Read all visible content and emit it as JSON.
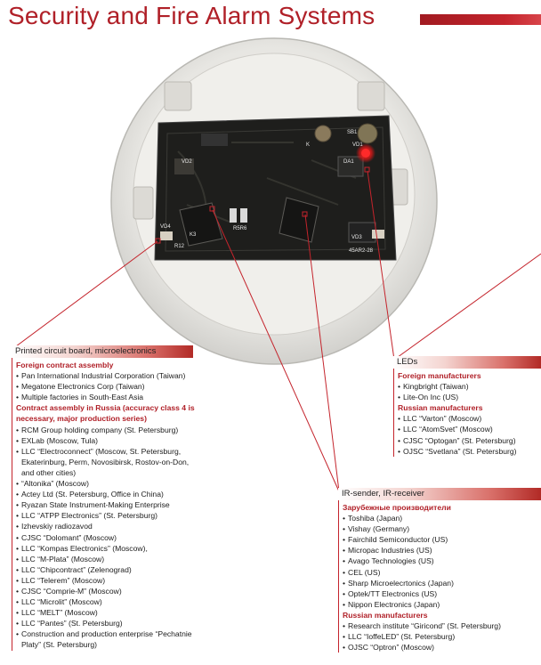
{
  "title": "Security and Fire Alarm Systems",
  "colors": {
    "accent": "#b02028",
    "plastic": "#e9e8e4",
    "board": "#1e1e1c"
  },
  "boxes": {
    "pcb": {
      "header": "Printed circuit board, microelectronics",
      "foreign_title": "Foreign contract assembly",
      "foreign": [
        "Pan International Industrial Corporation (Taiwan)",
        "Megatone Electronics Corp (Taiwan)",
        "Multiple factories in South-East Asia"
      ],
      "russia_title": "Contract assembly in Russia  (accuracy class 4 is necessary, major production series)",
      "russia": [
        "RCM Group holding company (St. Petersburg)",
        "EXLab (Moscow, Tula)",
        "LLC “Electroconnect” (Moscow, St. Petersburg, Ekaterinburg, Perm, Novosibirsk, Rostov-on-Don, and other cities)",
        "“Altonika” (Moscow)",
        "Actey Ltd (St. Petersburg, Office in China)",
        "Ryazan State Instrument-Making Enterprise",
        "LLC “ATPP Electronics” (St. Petersburg)",
        "Izhevskiy radiozavod",
        "CJSC “Dolomant” (Moscow)",
        "LLC “Kompas Electronics” (Moscow),",
        "LLC “M-Plata” (Moscow)",
        "LLC “Chipcontract” (Zelenograd)",
        "LLC “Telerem” (Moscow)",
        "CJSC “Comprie-M” (Moscow)",
        "LLC “Microlit” (Moscow)",
        "LLC “MELT” (Moscow)",
        "LLC “Pantes” (St. Petersburg)",
        "Construction and production enterprise “Pechatnie Platy” (St. Petersburg)"
      ]
    },
    "leds": {
      "header": "LEDs",
      "foreign_title": "Foreign manufacturers",
      "foreign": [
        "Kingbright (Taiwan)",
        "Lite-On Inc (US)"
      ],
      "russia_title": "Russian manufacturers",
      "russia": [
        "LLC “Varton” (Moscow)",
        "LLC “AtomSvet” (Moscow)",
        "CJSC “Optogan” (St. Petersburg)",
        "OJSC “Svetlana” (St. Petersburg)"
      ]
    },
    "ir": {
      "header": "IR-sender, IR-receiver",
      "foreign_title": "Зарубежные производители",
      "foreign": [
        "Toshiba (Japan)",
        "Vishay (Germany)",
        "Fairchild Semiconductor (US)",
        "Micropac Industries (US)",
        "Avago Technologies (US)",
        "CEL (US)",
        "Sharp Microelecrtonics (Japan)",
        "Optek/TT Electronics (US)",
        "Nippon Electronics (Japan)"
      ],
      "russia_title": "Russian manufacturers",
      "russia": [
        "Research institute “Giricond” (St. Petersburg)",
        "LLC “IoffeLED” (St. Petersburg)",
        "OJSC “Optron” (Moscow)"
      ]
    }
  },
  "board_labels": {
    "vd2": "VD2",
    "k": "K",
    "vd1": "VD1",
    "sb1": "SB1",
    "da1": "DA1",
    "r5r6": "R5R6",
    "k3": "K3",
    "vd4": "VD4",
    "vd3": "VD3",
    "r12": "R12",
    "code": "45АR2-28"
  }
}
